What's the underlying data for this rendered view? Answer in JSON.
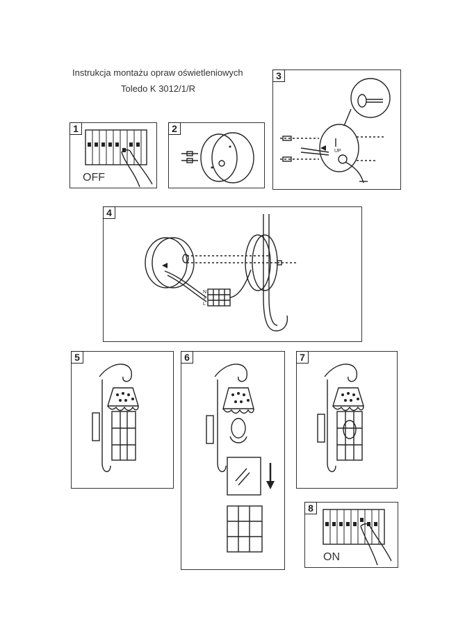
{
  "header": {
    "title_line1": "Instrukcja montażu opraw oświetleniowych",
    "title_line2": "Toledo K 3012/1/R"
  },
  "steps": [
    {
      "number": "1",
      "label": "OFF"
    },
    {
      "number": "2"
    },
    {
      "number": "3",
      "text": "UP"
    },
    {
      "number": "4",
      "terminals": [
        "N",
        "⏚",
        "L"
      ]
    },
    {
      "number": "5"
    },
    {
      "number": "6"
    },
    {
      "number": "7"
    },
    {
      "number": "8",
      "label": "ON"
    }
  ]
}
